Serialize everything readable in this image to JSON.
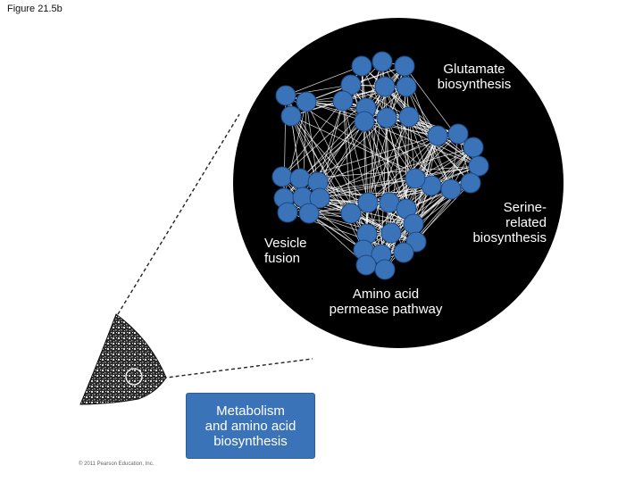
{
  "figure_label": "Figure 21.5b",
  "clusters": {
    "glutamate": "Glutamate\nbiosynthesis",
    "serine": "Serine-\nrelated\nbiosynthesis",
    "vesicle": "Vesicle\nfusion",
    "amino": "Amino acid\npermease pathway"
  },
  "metabolism_box": "Metabolism\nand amino acid\nbiosynthesis",
  "copyright": "© 2011 Pearson Education, Inc.",
  "colors": {
    "circle_background": "#000000",
    "node_fill": "#3b73b8",
    "edge": "#ffffff",
    "box_fill": "#3b73b8"
  }
}
